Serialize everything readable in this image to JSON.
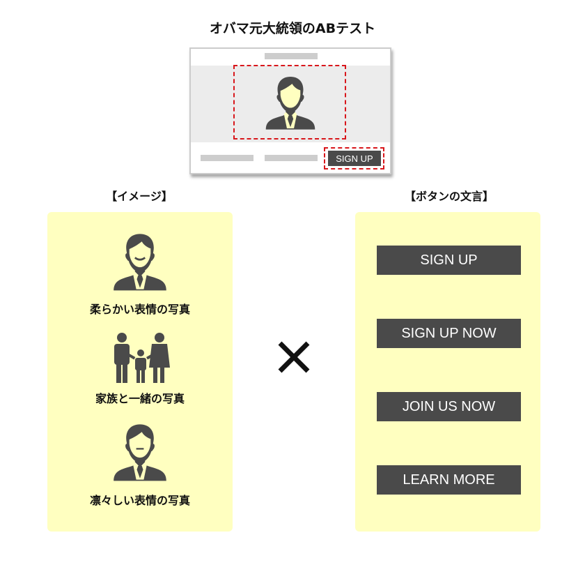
{
  "title": "オバマ元大統領のABテスト",
  "mockup": {
    "button_label": "SIGN UP"
  },
  "left_section": {
    "heading": "【イメージ】",
    "items": [
      {
        "label": "柔らかい表情の写真",
        "icon": "smiling-person-icon"
      },
      {
        "label": "家族と一緒の写真",
        "icon": "family-icon"
      },
      {
        "label": "凛々しい表情の写真",
        "icon": "serious-person-icon"
      }
    ]
  },
  "operator": "multiply-icon",
  "right_section": {
    "heading": "【ボタンの文言】",
    "buttons": [
      "SIGN UP",
      "SIGN UP NOW",
      "JOIN US NOW",
      "LEARN MORE"
    ]
  },
  "colors": {
    "panel": "#ffffc0",
    "button": "#4a4a4a",
    "highlight": "#d8161b"
  }
}
